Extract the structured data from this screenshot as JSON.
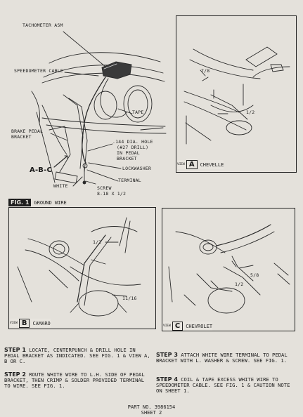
{
  "labels": {
    "tachometer": "TACHOMETER ASM",
    "speedometer_cable": "SPEEDOMETER CABLE",
    "tape": "TAPE",
    "brake_pedal_bracket_1": "BRAKE PEDAL",
    "brake_pedal_bracket_2": "BRACKET",
    "hole_1": ".144 DIA. HOLE",
    "hole_2": "(#27 DRILL)",
    "hole_3": "IN PEDAL",
    "hole_4": "BRACKET",
    "lockwasher": "LOCKWASHER",
    "abc": "A-B-C",
    "terminal": "TERMINAL",
    "white": "WHITE",
    "screw_1": "SCREW",
    "screw_2": "8-18 X 1/2"
  },
  "view_a": {
    "dim_1": "7/8",
    "dim_2": "1/2",
    "small": "VIEW",
    "letter": "A",
    "name": "CHEVELLE"
  },
  "view_b": {
    "dim_1": "1/2",
    "dim_2": "11/16",
    "small": "VIEW",
    "letter": "B",
    "name": "CAMARO"
  },
  "view_c": {
    "dim_1": "5/8",
    "dim_2": "1/2",
    "small": "VIEW",
    "letter": "C",
    "name": "CHEVROLET"
  },
  "figure": {
    "tag": "FIG. 1",
    "caption": "GROUND WIRE"
  },
  "steps": [
    {
      "num": "STEP 1",
      "text": "LOCATE, CENTERPUNCH & DRILL HOLE IN PEDAL BRACKET AS INDICATED.  SEE FIG. 1 & VIEW A, B OR C."
    },
    {
      "num": "STEP 2",
      "text": "ROUTE WHITE WIRE TO L.H. SIDE OF PEDAL BRACKET, THEN CRIMP & SOLDER PROVIDED TERMINAL TO WIRE.  SEE FIG. 1."
    },
    {
      "num": "STEP 3",
      "text": "ATTACH WHITE WIRE TERMINAL TO PEDAL BRACKET WITH L. WASHER & SCREW.  SEE FIG. 1."
    },
    {
      "num": "STEP 4",
      "text": "COIL & TAPE EXCESS WHITE WIRE TO SPEEDOMETER CABLE.  SEE FIG. 1 & CAUTION NOTE ON SHEET 1."
    }
  ],
  "footer": {
    "part": "PART NO. 3986154",
    "sheet": "SHEET 2"
  }
}
